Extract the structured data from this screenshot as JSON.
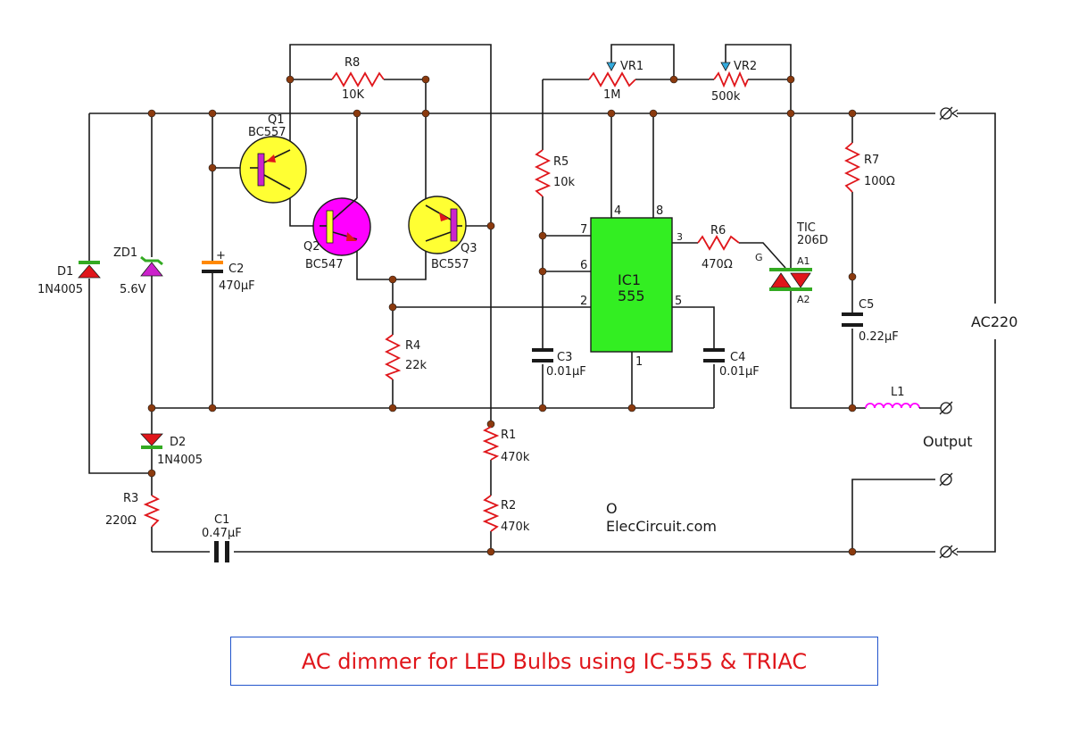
{
  "title": "AC dimmer for LED Bulbs using IC-555 & TRIAC",
  "watermark": "ElecCircuit.com",
  "watermark_mark": "O",
  "labels": {
    "ac": "AC220",
    "output": "Output"
  },
  "components": {
    "D1": {
      "ref": "D1",
      "value": "1N4005"
    },
    "ZD1": {
      "ref": "ZD1",
      "value": "5.6V"
    },
    "C2": {
      "ref": "C2",
      "value": "470μF",
      "polarity": "+"
    },
    "Q1": {
      "ref": "Q1",
      "value": "BC557"
    },
    "Q2": {
      "ref": "Q2",
      "value": "BC547"
    },
    "Q3": {
      "ref": "Q3",
      "value": "BC557"
    },
    "R8": {
      "ref": "R8",
      "value": "10K"
    },
    "R4": {
      "ref": "R4",
      "value": "22k"
    },
    "R1": {
      "ref": "R1",
      "value": "470k"
    },
    "R2": {
      "ref": "R2",
      "value": "470k"
    },
    "R3": {
      "ref": "R3",
      "value": "220Ω"
    },
    "C1": {
      "ref": "C1",
      "value": "0.47μF"
    },
    "D2": {
      "ref": "D2",
      "value": "1N4005"
    },
    "VR1": {
      "ref": "VR1",
      "value": "1M"
    },
    "VR2": {
      "ref": "VR2",
      "value": "500k"
    },
    "R5": {
      "ref": "R5",
      "value": "10k"
    },
    "C3": {
      "ref": "C3",
      "value": "0.01μF"
    },
    "C4": {
      "ref": "C4",
      "value": "0.01μF"
    },
    "IC1": {
      "ref": "IC1",
      "value": "555",
      "pins": [
        "7",
        "6",
        "2",
        "4",
        "8",
        "3",
        "5",
        "1"
      ]
    },
    "R6": {
      "ref": "R6",
      "value": "470Ω"
    },
    "TRIAC": {
      "ref": "TIC",
      "value": "206D",
      "gate": "G",
      "a1": "A1",
      "a2": "A2"
    },
    "R7": {
      "ref": "R7",
      "value": "100Ω"
    },
    "C5": {
      "ref": "C5",
      "value": "0.22μF"
    },
    "L1": {
      "ref": "L1"
    }
  },
  "colors": {
    "wire": "#1a1a1a",
    "resistor": "#e0161b",
    "node": "#8b3a0e",
    "pnp": "#ffff33",
    "npn": "#ff00ff",
    "ic": "#33ee22",
    "diode": "#e0161b",
    "diode_bar": "#33aa22",
    "cap_plate": "#1a1a1a",
    "title": "#e0161b",
    "title_border": "#2255cc"
  }
}
